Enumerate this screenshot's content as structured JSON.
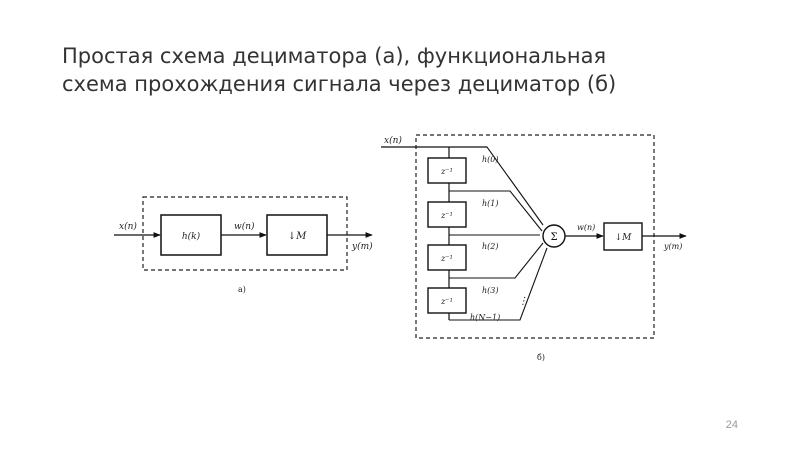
{
  "slide": {
    "title_line1": "Простая схема дециматора (а), функциональная",
    "title_line2": "схема прохождения сигнала через дециматор (б)",
    "page_number": "24"
  },
  "diagram_a": {
    "input": "x(n)",
    "filter": "h(k)",
    "intermediate": "w(n)",
    "decimator": "↓M",
    "output": "y(m)",
    "caption": "a)"
  },
  "diagram_b": {
    "input": "x(n)",
    "delays": [
      "z⁻¹",
      "z⁻¹",
      "z⁻¹",
      "z⁻¹"
    ],
    "coefficients": [
      "h(0)",
      "h(1)",
      "h(2)",
      "h(3)",
      "h(N−1)"
    ],
    "dots": "⋮",
    "sum": "Σ",
    "intermediate": "w(n)",
    "decimator": "↓M",
    "output": "y(m)",
    "caption": "б)"
  }
}
